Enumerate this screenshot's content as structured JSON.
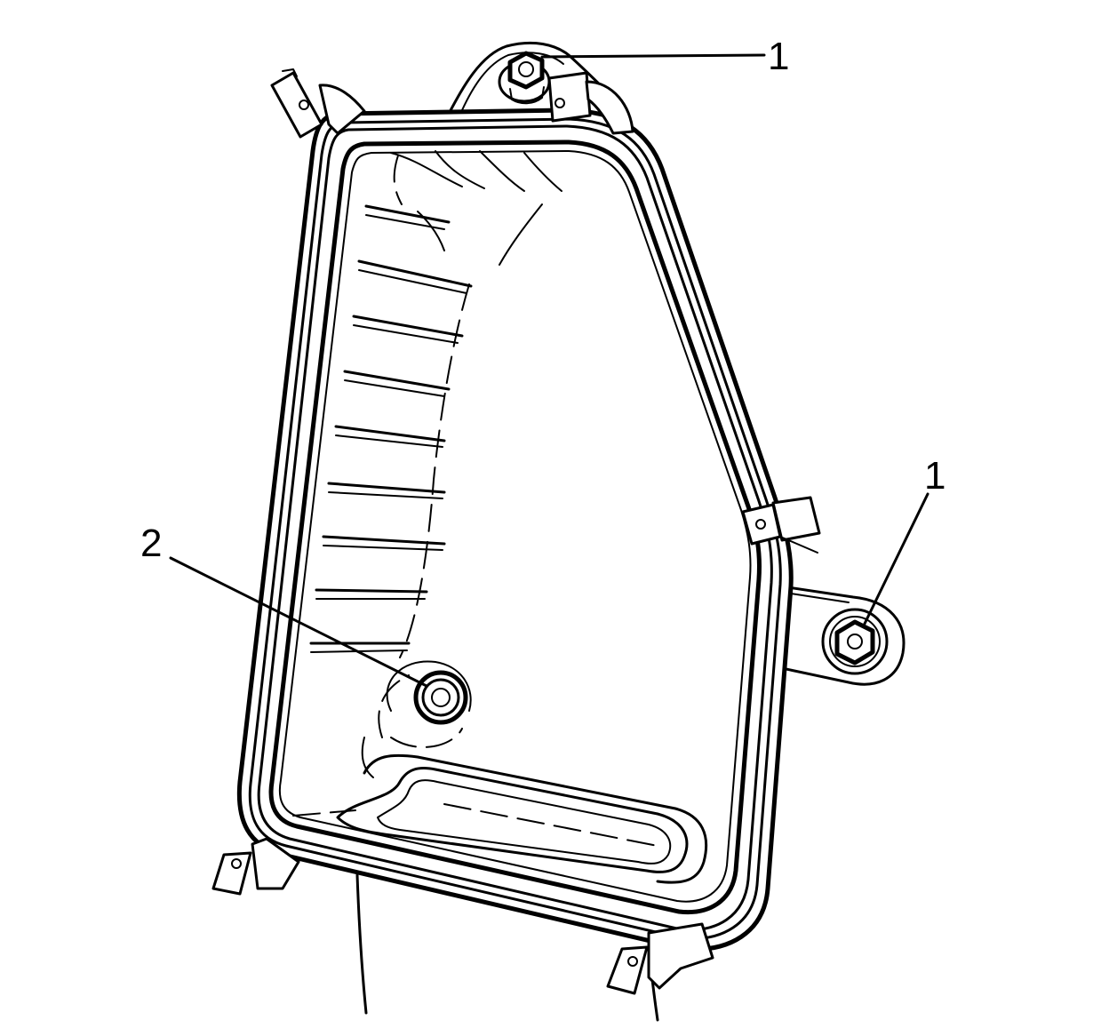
{
  "callouts": {
    "fastener_top": "1",
    "fastener_right": "1",
    "fastener_center": "2"
  },
  "colors": {
    "line": "#000000",
    "background": "#ffffff"
  }
}
